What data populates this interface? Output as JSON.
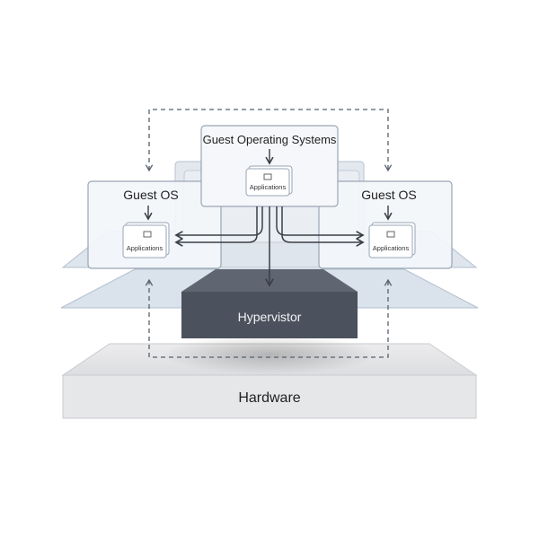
{
  "diagram": {
    "top_box": {
      "title": "Guest Operating Systems",
      "app_label": "Applications"
    },
    "left_box": {
      "title": "Guest OS",
      "app_label": "Applications"
    },
    "right_box": {
      "title": "Guest OS",
      "app_label": "Applications"
    },
    "hypervisor": {
      "label": "Hypervistor"
    },
    "hardware": {
      "label": "Hardware"
    },
    "colors": {
      "hypervisor_fill": "#4b525d",
      "hardware_fill": "#e6e7e9",
      "panel_fill": "#dfe6ef",
      "box_stroke": "#9aa6b5",
      "arrow": "#3a3f47"
    }
  }
}
